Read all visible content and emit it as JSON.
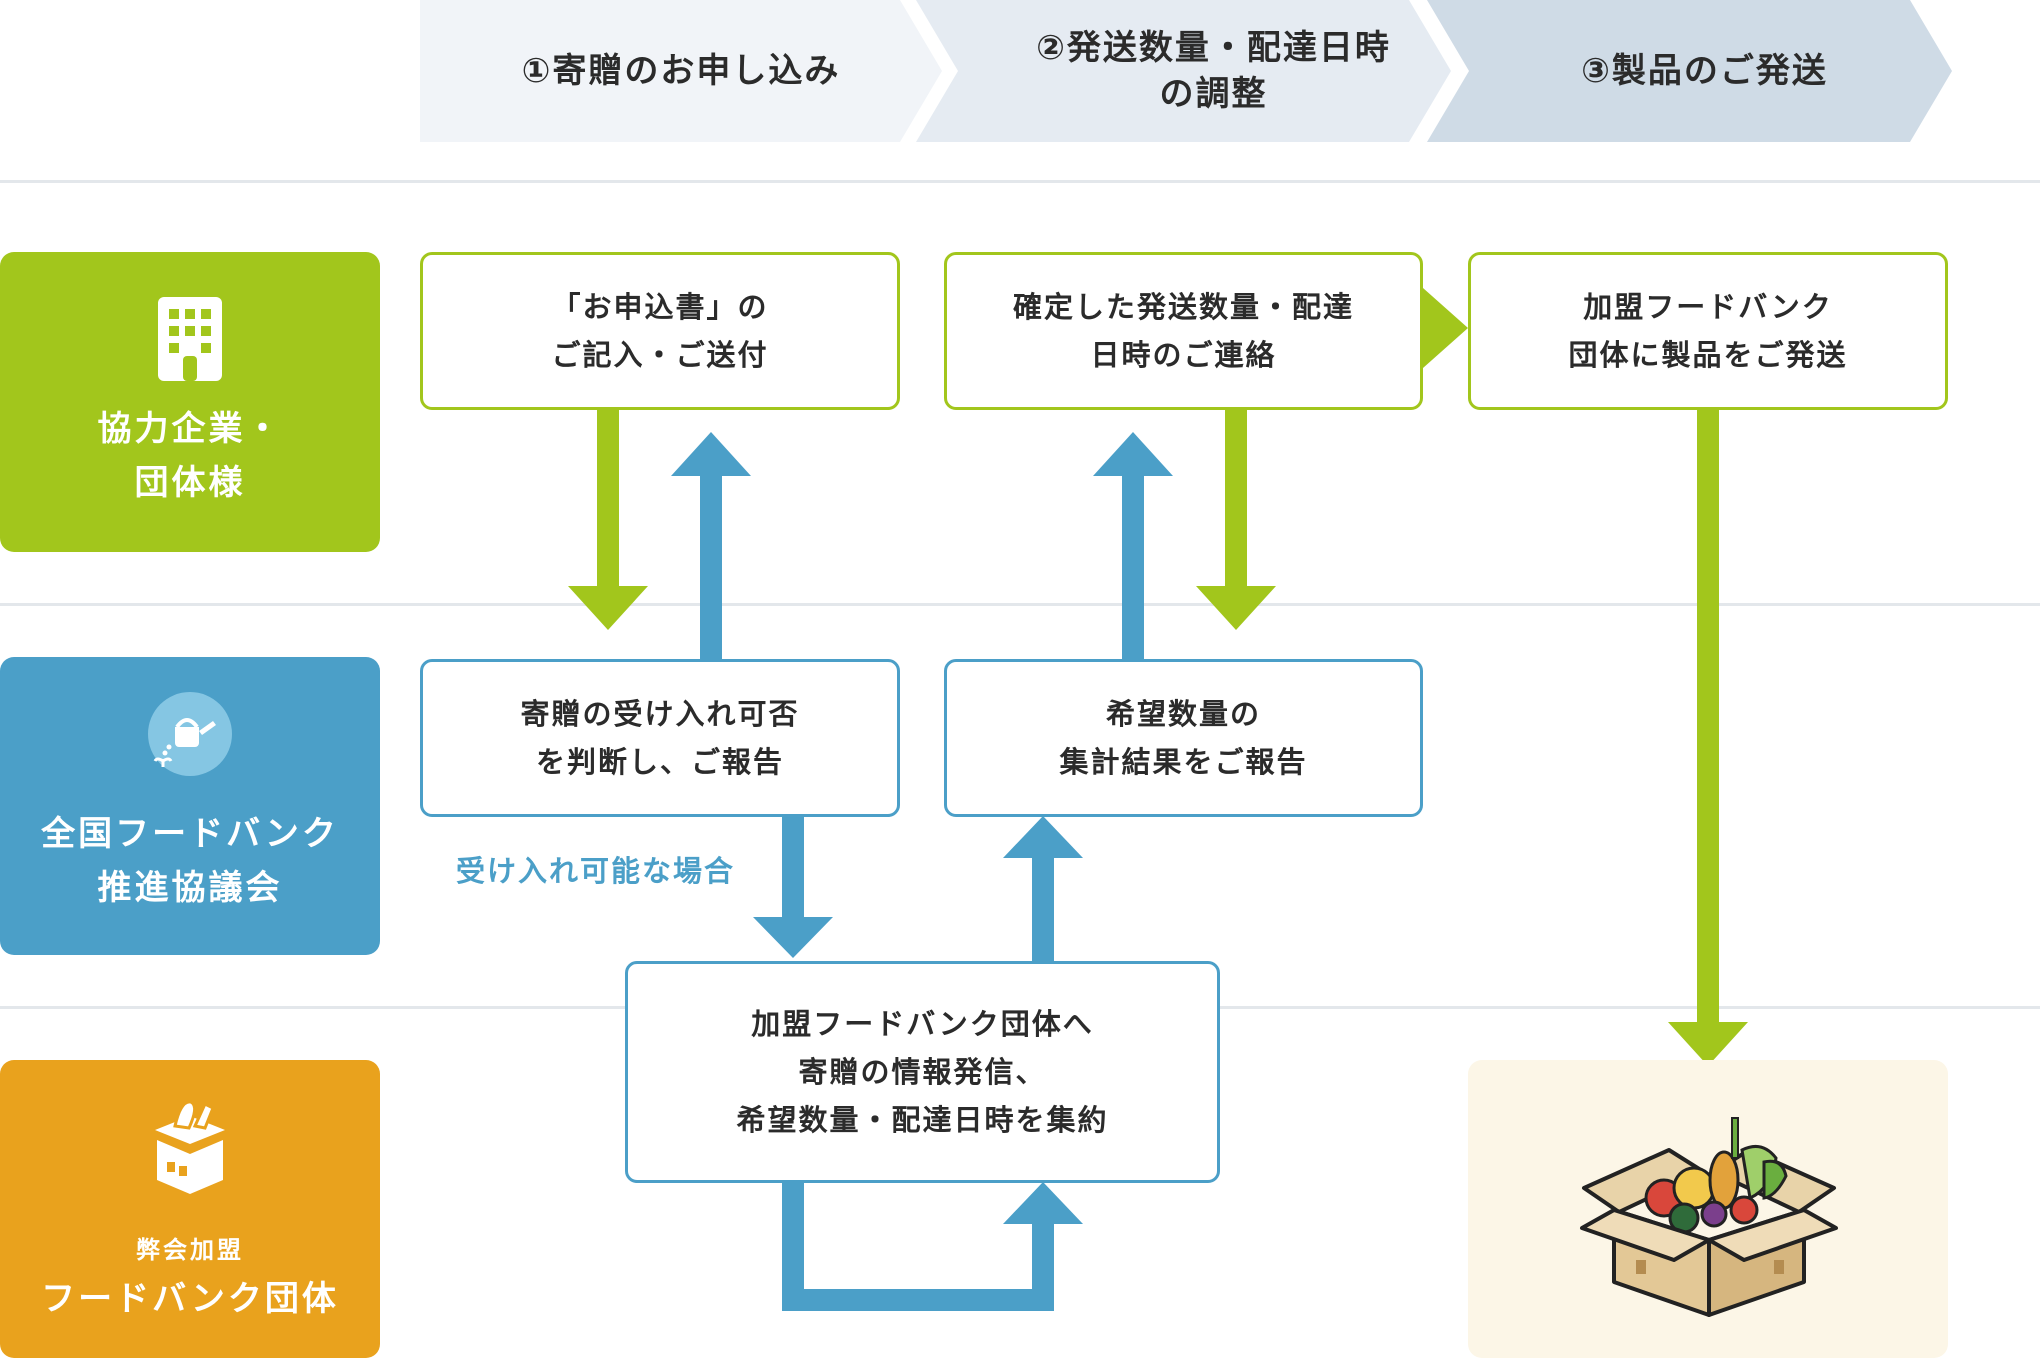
{
  "steps": [
    {
      "label": "①寄贈のお申し込み"
    },
    {
      "line1": "②発送数量・配達日時",
      "line2": "の調整"
    },
    {
      "label": "③製品のご発送"
    }
  ],
  "roles": {
    "company": {
      "line1": "協力企業・",
      "line2": "団体様",
      "icon": "building-icon"
    },
    "council": {
      "line1": "全国フードバンク",
      "line2": "推進協議会",
      "icon": "watering-can-icon"
    },
    "member": {
      "line1": "弊会加盟",
      "line2": "フードバンク団体",
      "icon": "food-box-icon"
    }
  },
  "boxes": {
    "application": {
      "line1": "「お申込書」の",
      "line2": "ご記入・ご送付"
    },
    "confirm": {
      "line1": "確定した発送数量・配達",
      "line2": "日時のご連絡"
    },
    "ship": {
      "line1": "加盟フードバンク",
      "line2": "団体に製品をご発送"
    },
    "judge": {
      "line1": "寄贈の受け入れ可否",
      "line2": "を判断し、ご報告"
    },
    "report": {
      "line1": "希望数量の",
      "line2": "集計結果をご報告"
    },
    "distribute": {
      "line1": "加盟フードバンク団体へ",
      "line2": "寄贈の情報発信、",
      "line3": "希望数量・配達日時を集約"
    }
  },
  "note": "受け入れ可能な場合",
  "colors": {
    "green": "#a2c61c",
    "blue": "#4b9fc8",
    "orange": "#e9a21d"
  }
}
